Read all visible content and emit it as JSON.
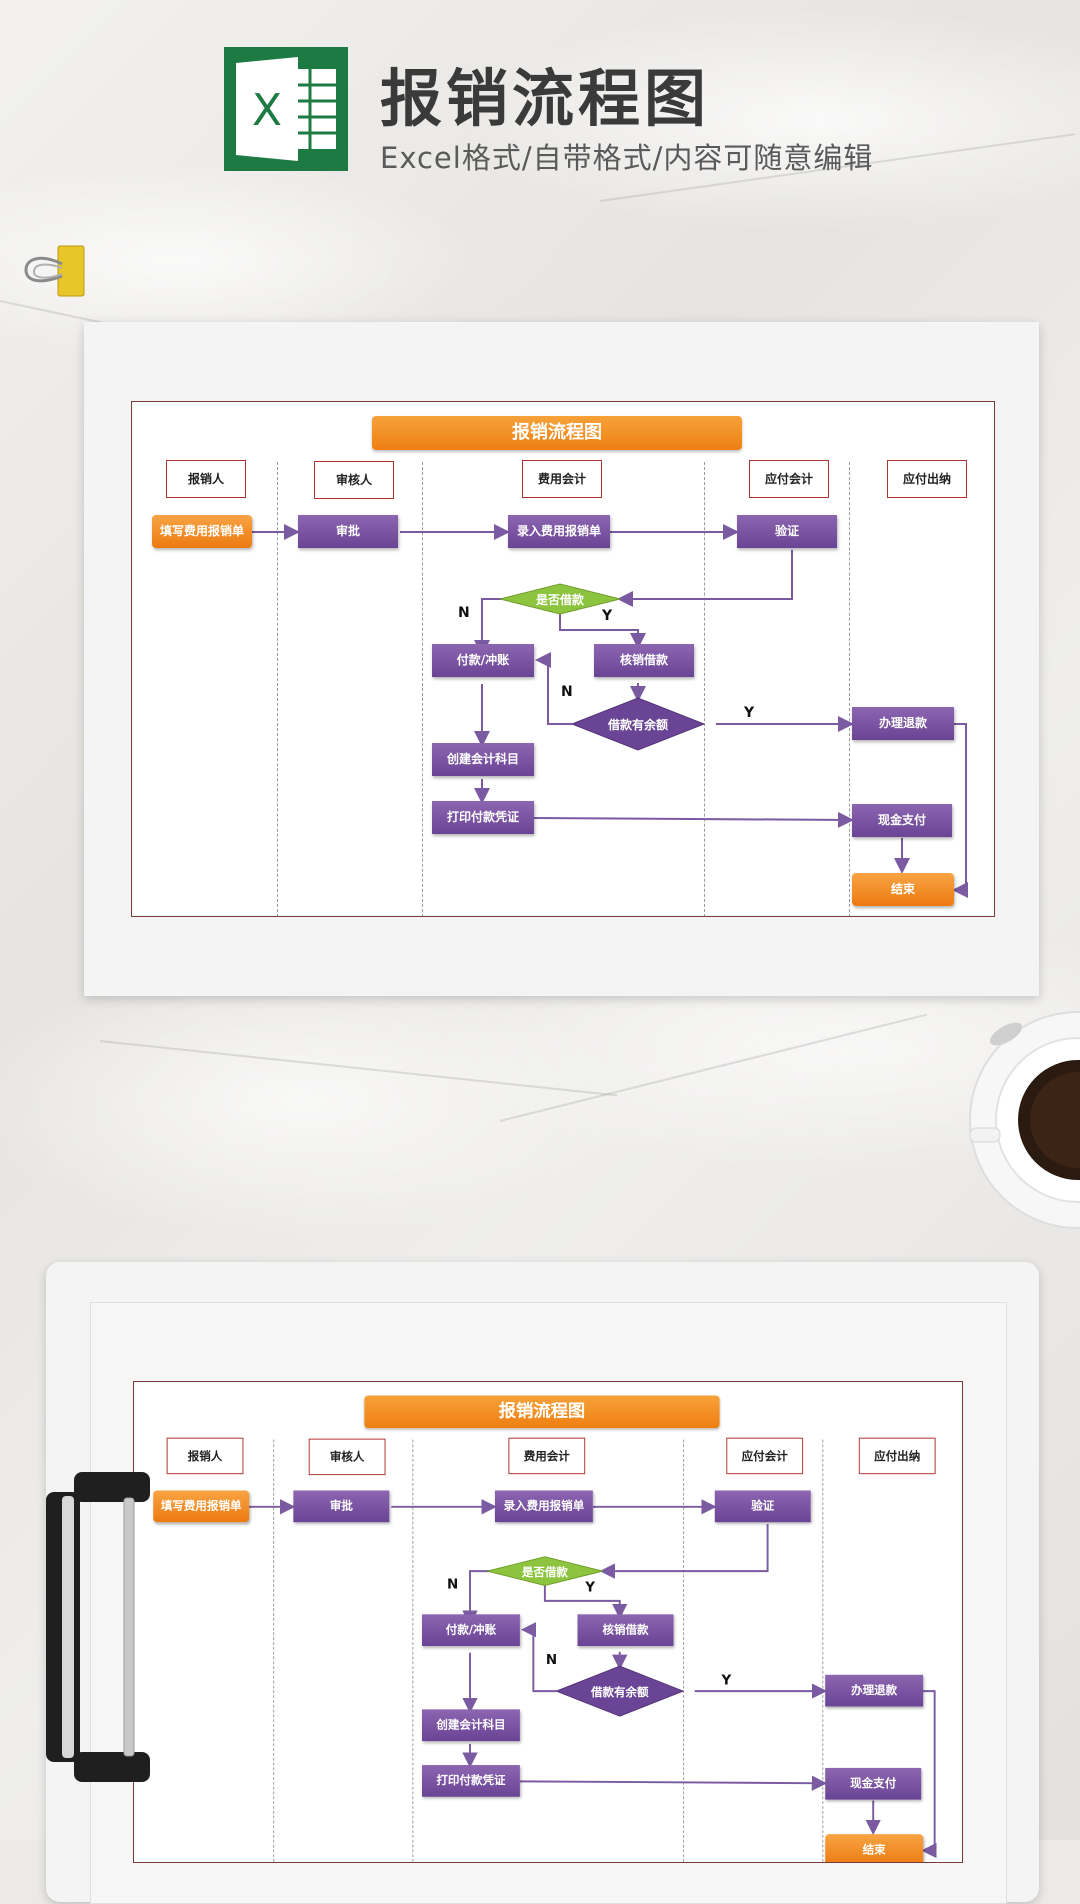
{
  "header": {
    "title": "报销流程图",
    "subtitle": "Excel格式/自带格式/内容可随意编辑",
    "logo_letter": "X"
  },
  "flowchart": {
    "title": "报销流程图",
    "roles": [
      "报销人",
      "审核人",
      "费用会计",
      "应付会计",
      "应付出纳"
    ],
    "nodes": {
      "fill_form": "填写费用报销单",
      "approve": "审批",
      "enter_form": "录入费用报销单",
      "verify": "验证",
      "has_loan": "是否借款",
      "pay_offset": "付款/冲账",
      "writeoff_loan": "核销借款",
      "loan_balance": "借款有余额",
      "refund": "办理退款",
      "create_subject": "创建会计科目",
      "print_voucher": "打印付款凭证",
      "cash_pay": "现金支付",
      "end": "结束"
    },
    "labels": {
      "yes": "Y",
      "no": "N"
    }
  },
  "colors": {
    "accent_orange": "#ee7f12",
    "process_purple": "#6a4495",
    "decision_green": "#8dc43f",
    "role_border": "#b03030",
    "excel_green": "#1d7a43"
  }
}
